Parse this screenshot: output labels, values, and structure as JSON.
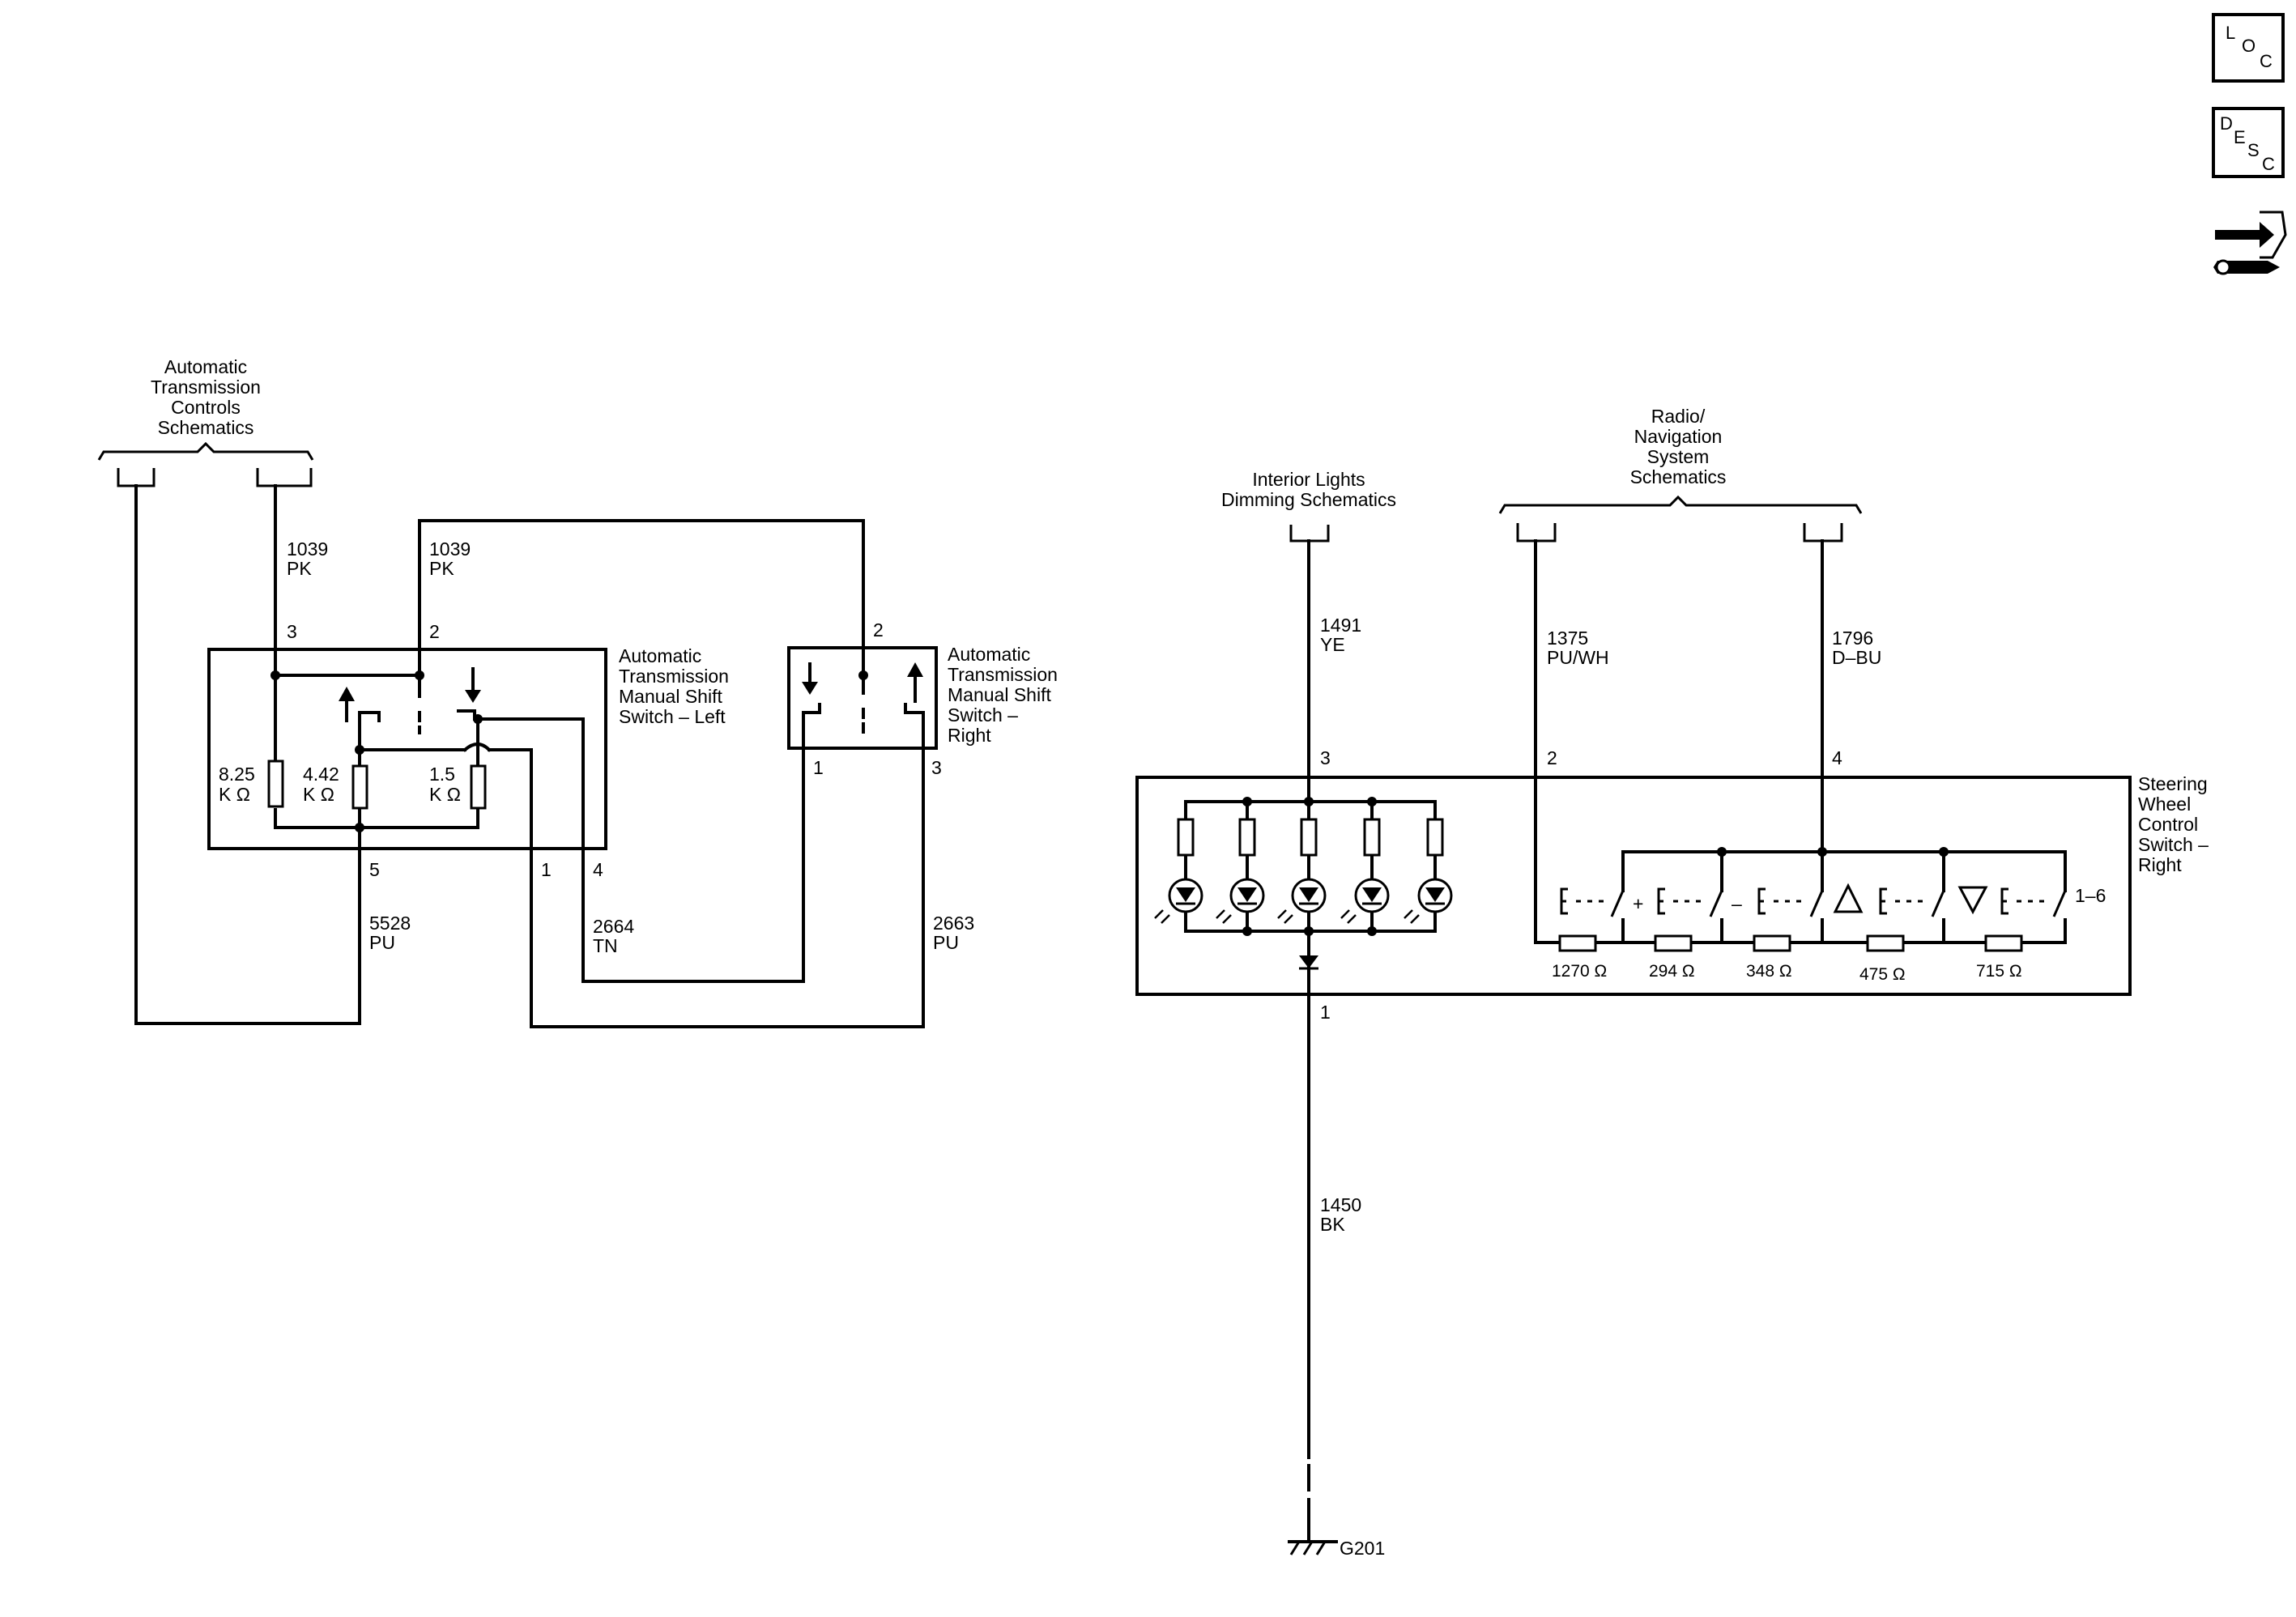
{
  "references": {
    "atc_schematics": [
      "Automatic",
      "Transmission",
      "Controls",
      "Schematics"
    ],
    "interior_lights": [
      "Interior Lights",
      "Dimming Schematics"
    ],
    "radio_nav": [
      "Radio/",
      "Navigation",
      "System",
      "Schematics"
    ]
  },
  "components": {
    "switch_left": [
      "Automatic",
      "Transmission",
      "Manual Shift",
      "Switch – Left"
    ],
    "switch_right": [
      "Automatic",
      "Transmission",
      "Manual Shift",
      "Switch –",
      "Right"
    ],
    "steering_switch": [
      "Steering",
      "Wheel",
      "Control",
      "Switch –",
      "Right"
    ]
  },
  "wires": {
    "w1039_a": {
      "circuit": "1039",
      "color": "PK"
    },
    "w1039_b": {
      "circuit": "1039",
      "color": "PK"
    },
    "w5528": {
      "circuit": "5528",
      "color": "PU"
    },
    "w2664": {
      "circuit": "2664",
      "color": "TN"
    },
    "w2663": {
      "circuit": "2663",
      "color": "PU"
    },
    "w1491": {
      "circuit": "1491",
      "color": "YE"
    },
    "w1375": {
      "circuit": "1375",
      "color": "PU/WH"
    },
    "w1796": {
      "circuit": "1796",
      "color": "D–BU"
    },
    "w1450": {
      "circuit": "1450",
      "color": "BK"
    }
  },
  "pins": {
    "left_3": "3",
    "left_2": "2",
    "left_5": "5",
    "left_1": "1",
    "left_4": "4",
    "right_2": "2",
    "right_1": "1",
    "right_3": "3",
    "sw_3": "3",
    "sw_2": "2",
    "sw_4": "4",
    "sw_1": "1",
    "sw_range": "1–6"
  },
  "resistors_left": [
    {
      "value": "8.25",
      "unit": "K Ω"
    },
    {
      "value": "4.42",
      "unit": "K Ω"
    },
    {
      "value": "1.5",
      "unit": "K Ω"
    }
  ],
  "resistors_steering": [
    "1270 Ω",
    "294 Ω",
    "348 Ω",
    "475 Ω",
    "715 Ω"
  ],
  "switch_symbols": [
    "+",
    "–"
  ],
  "ground": "G201",
  "icons": {
    "loc": {
      "l1": "L",
      "l2": "O",
      "l3": "C",
      "name": "loc-icon"
    },
    "desc": {
      "l1": "D",
      "l2": "E",
      "l3": "S",
      "l4": "C",
      "name": "desc-icon"
    },
    "connector_view": {
      "name": "connector-end-view-icon"
    }
  }
}
